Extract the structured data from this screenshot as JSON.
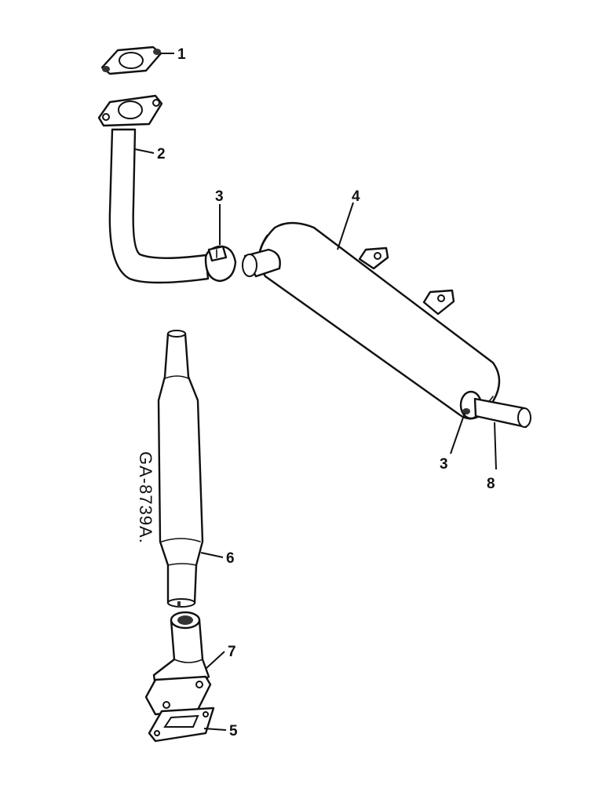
{
  "drawing_id": "GA-8739A.",
  "callouts": [
    {
      "part": "gasket-manifold",
      "label": "1"
    },
    {
      "part": "exhaust-pipe",
      "label": "2"
    },
    {
      "part": "clamp-front",
      "label": "3"
    },
    {
      "part": "muffler",
      "label": "4"
    },
    {
      "part": "gasket-flange",
      "label": "5"
    },
    {
      "part": "vertical-muffler",
      "label": "6"
    },
    {
      "part": "elbow",
      "label": "7"
    },
    {
      "part": "tail-pipe",
      "label": "8"
    },
    {
      "part": "clamp-rear",
      "label": "3"
    }
  ]
}
